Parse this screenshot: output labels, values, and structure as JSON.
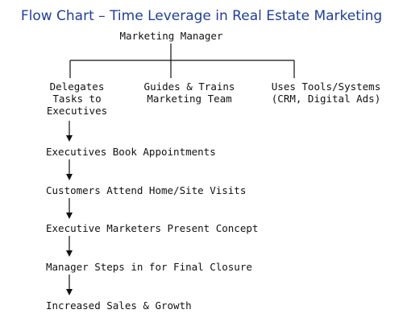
{
  "title": "Flow Chart – Time Leverage in Real Estate Marketing",
  "root": "Marketing Manager",
  "branches": [
    "Delegates\nTasks to\nExecutives",
    "Guides & Trains\nMarketing Team",
    "Uses Tools/Systems\n(CRM, Digital Ads)"
  ],
  "steps": [
    "Executives Book Appointments",
    "Customers Attend Home/Site Visits",
    "Executive Marketers Present Concept",
    "Manager Steps in for Final Closure",
    "Increased Sales & Growth"
  ],
  "colors": {
    "title": "#1f3f9a",
    "text": "#111111",
    "line": "#111111"
  }
}
